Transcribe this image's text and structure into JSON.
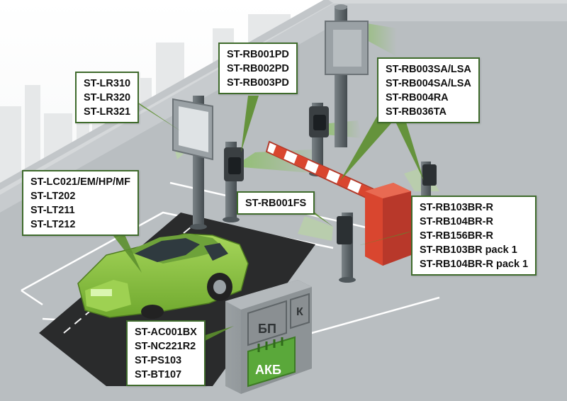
{
  "colors": {
    "label_border": "#3f6b2c",
    "car_body": "#8cc63f",
    "barrier_box": "#d9462f",
    "cabinet": "#8a8f92",
    "battery": "#5aa83a",
    "pillar": "#5f676b"
  },
  "labels": {
    "lr": [
      "ST-LR310",
      "ST-LR320",
      "ST-LR321"
    ],
    "pd": [
      "ST-RB001PD",
      "ST-RB002PD",
      "ST-RB003PD"
    ],
    "sa": [
      "ST-RB003SA/LSA",
      "ST-RB004SA/LSA",
      "ST-RB004RA",
      "ST-RB036TA"
    ],
    "lc": [
      "ST-LC021/EM/HP/MF",
      "ST-LT202",
      "ST-LT211",
      "ST-LT212"
    ],
    "fs": [
      "ST-RB001FS"
    ],
    "br": [
      "ST-RB103BR-R",
      "ST-RB104BR-R",
      "ST-RB156BR-R",
      "ST-RB103BR pack 1",
      "ST-RB104BR-R pack 1"
    ],
    "ac": [
      "ST-AC001BX",
      "ST-NC221R2",
      "ST-PS103",
      "ST-BT107"
    ]
  },
  "cabinet": {
    "power_label": "БП",
    "controller_label": "К",
    "battery_label": "АКБ"
  }
}
